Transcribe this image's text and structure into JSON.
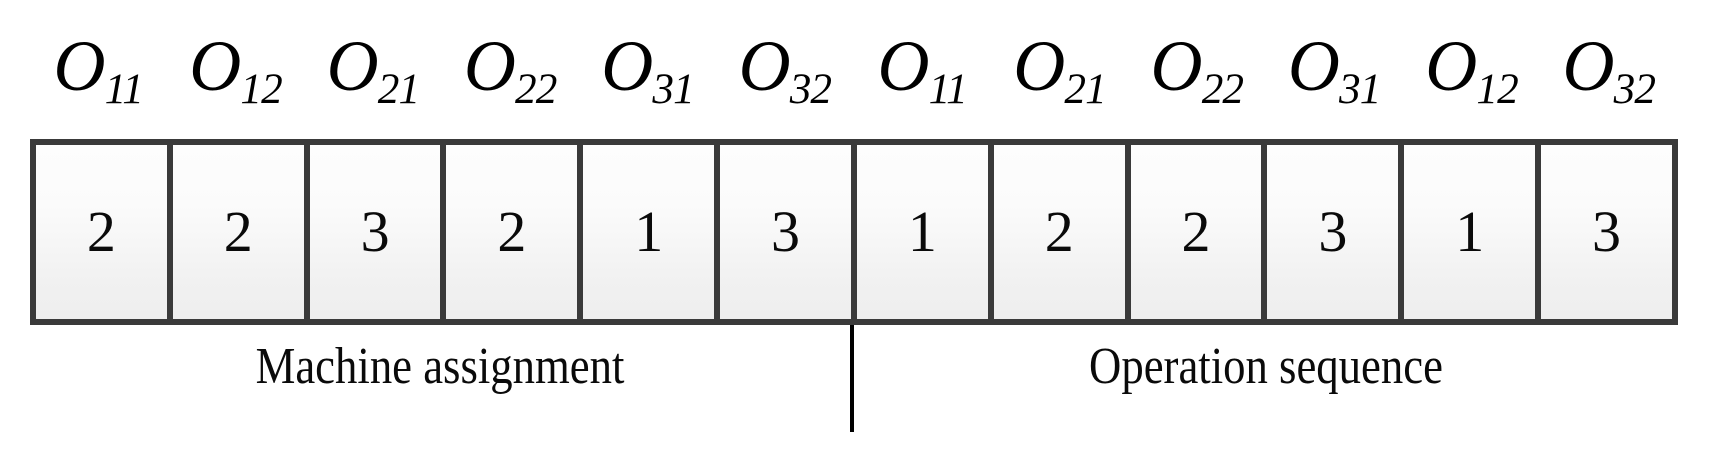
{
  "figure": {
    "type": "chromosome-encoding-diagram",
    "border_color": "#3a3a3a",
    "divider_color": "#000000",
    "cell_fill_top": "#fdfdfd",
    "cell_fill_bottom": "#eeeeee"
  },
  "operation_labels": [
    {
      "base": "O",
      "sub": "11"
    },
    {
      "base": "O",
      "sub": "12"
    },
    {
      "base": "O",
      "sub": "21"
    },
    {
      "base": "O",
      "sub": "22"
    },
    {
      "base": "O",
      "sub": "31"
    },
    {
      "base": "O",
      "sub": "32"
    },
    {
      "base": "O",
      "sub": "11"
    },
    {
      "base": "O",
      "sub": "21"
    },
    {
      "base": "O",
      "sub": "22"
    },
    {
      "base": "O",
      "sub": "31"
    },
    {
      "base": "O",
      "sub": "12"
    },
    {
      "base": "O",
      "sub": "32"
    }
  ],
  "genes": [
    {
      "value": "2"
    },
    {
      "value": "2"
    },
    {
      "value": "3"
    },
    {
      "value": "2"
    },
    {
      "value": "1"
    },
    {
      "value": "3"
    },
    {
      "value": "1"
    },
    {
      "value": "2"
    },
    {
      "value": "2"
    },
    {
      "value": "3"
    },
    {
      "value": "1"
    },
    {
      "value": "3"
    }
  ],
  "captions": {
    "left": "Machine assignment",
    "right": "Operation sequence"
  },
  "chart_data": {
    "type": "table",
    "title": "",
    "categories": [
      "O11",
      "O12",
      "O21",
      "O22",
      "O31",
      "O32",
      "O11",
      "O21",
      "O22",
      "O31",
      "O12",
      "O32"
    ],
    "values": [
      2,
      2,
      3,
      2,
      1,
      3,
      1,
      2,
      2,
      3,
      1,
      3
    ],
    "segments": [
      {
        "name": "Machine assignment",
        "start_index": 0,
        "end_index": 5,
        "categories": [
          "O11",
          "O12",
          "O21",
          "O22",
          "O31",
          "O32"
        ],
        "values": [
          2,
          2,
          3,
          2,
          1,
          3
        ]
      },
      {
        "name": "Operation sequence",
        "start_index": 6,
        "end_index": 11,
        "categories": [
          "O11",
          "O21",
          "O22",
          "O31",
          "O12",
          "O32"
        ],
        "values": [
          1,
          2,
          2,
          3,
          1,
          3
        ]
      }
    ],
    "xlabel": "",
    "ylabel": "",
    "grid": false,
    "legend": "none"
  }
}
